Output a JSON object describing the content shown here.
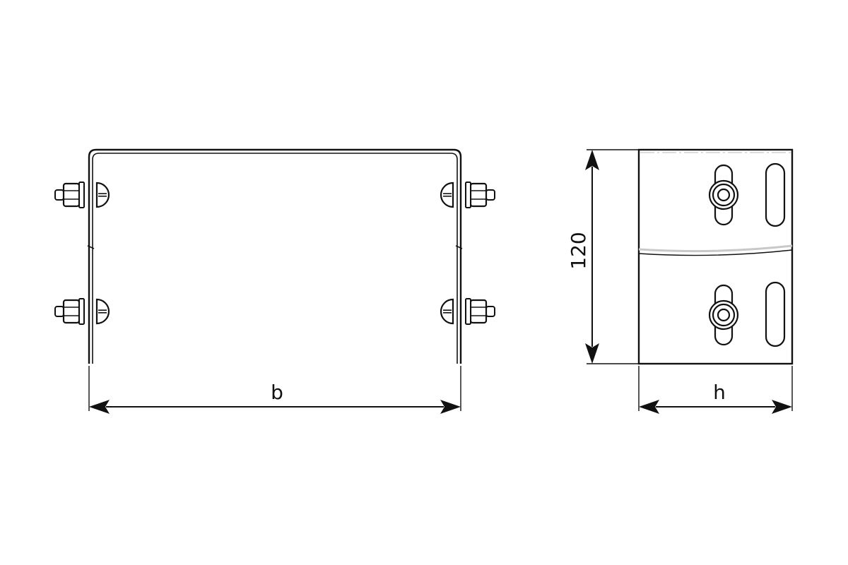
{
  "drawing": {
    "front_view": {
      "width_label": "b"
    },
    "side_view": {
      "height_label": "120",
      "depth_label": "h"
    },
    "icons": {
      "bolt": "bolt-nut-icon",
      "arrow": "arrowhead-icon",
      "slot": "slot-hole-icon"
    },
    "colors": {
      "line": "#111111",
      "background": "#ffffff",
      "seam": "#c8c8c8"
    }
  }
}
